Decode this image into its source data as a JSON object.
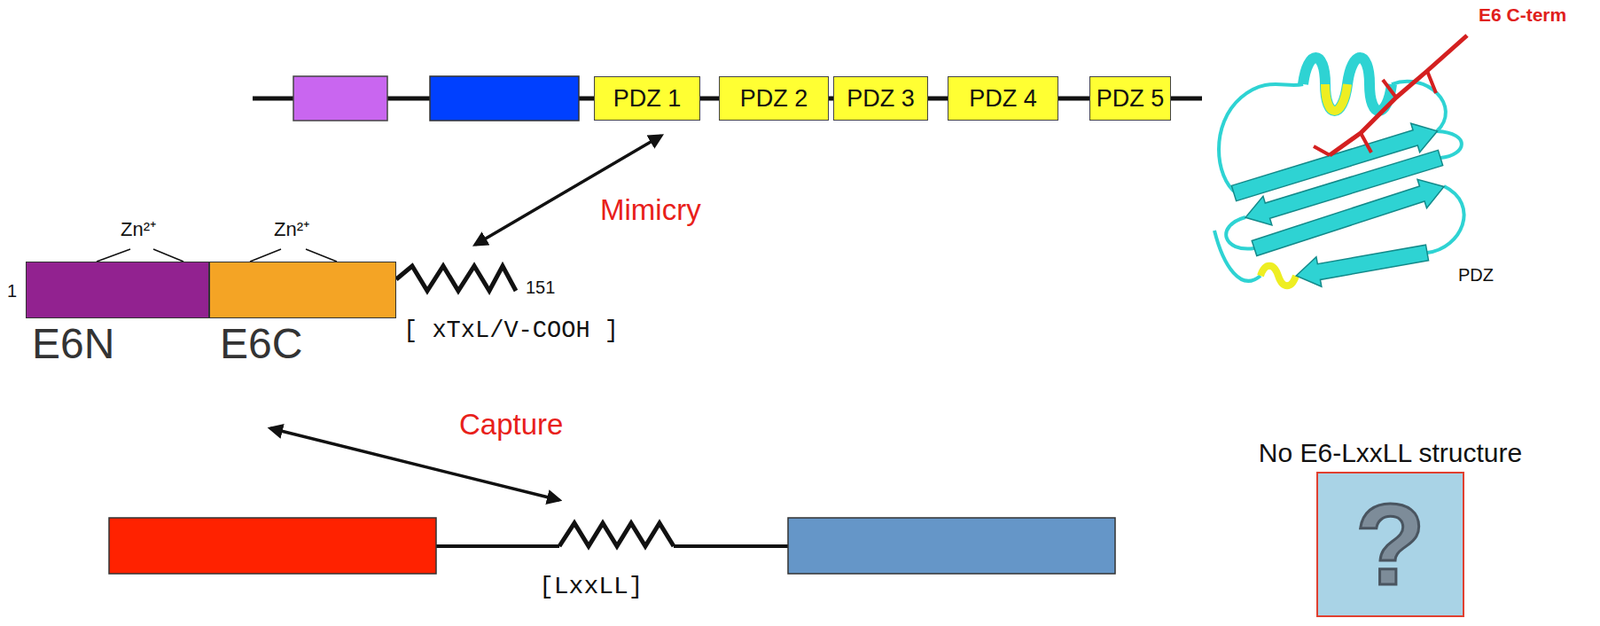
{
  "diagram": {
    "nodes": [
      {
        "text": [
          "PDZ 1"
        ]
      },
      {
        "text": [
          "PDZ 2"
        ]
      },
      {
        "text": [
          "PDZ 3"
        ]
      },
      {
        "text": [
          "PDZ 4"
        ]
      },
      {
        "text": [
          "PDZ 5"
        ]
      },
      {
        "text": [
          "E6N"
        ]
      },
      {
        "text": [
          "E6C"
        ]
      },
      {
        "text": [
          "No E6-LxxLL structure",
          "?"
        ]
      }
    ],
    "labels": [
      "E6 C-term",
      "Mimicry",
      "Zn²⁺",
      "Zn²⁺",
      "PDZ",
      "1",
      "151",
      "[ xTxL/V-COOH ]",
      "Capture",
      "[LxxLL]"
    ]
  }
}
